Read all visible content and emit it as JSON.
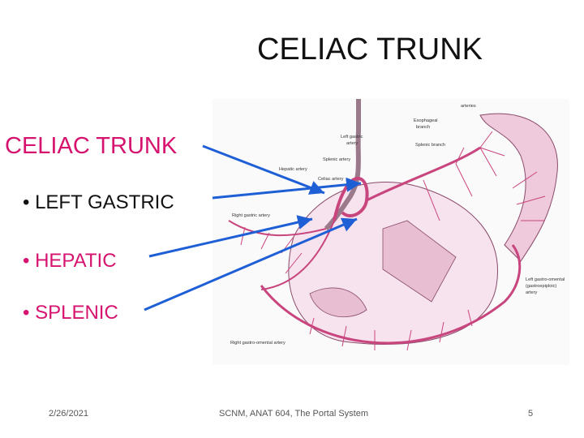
{
  "slide": {
    "title": "CELIAC TRUNK",
    "subtitle": "CELIAC TRUNK",
    "bullets": [
      "LEFT GASTRIC",
      "HEPATIC",
      "SPLENIC"
    ],
    "footer": {
      "date": "2/26/2021",
      "center": "SCNM, ANAT 604, The Portal System",
      "page": "5"
    }
  },
  "figure_labels": {
    "arteries": "arteries",
    "esophageal": "Esophageal",
    "branch": "branch",
    "left_gastric": "Left gastric",
    "artery": "artery",
    "splenic_branch": "Splenic branch",
    "splenic_artery": "Splenic artery",
    "hepatic_artery": "Hepatic artery",
    "celiac_artery": "Celiac artery",
    "right_gastric": "Right gastric artery",
    "left_gastro_omental": "Left gastro-omental",
    "gastroepiploic": "(gastroepiploic)",
    "right_gastro_omental": "Right gastro-omental artery"
  },
  "colors": {
    "accent": "#d6136e",
    "arrow": "#1f5fd6",
    "vessel": "#c9457e"
  }
}
